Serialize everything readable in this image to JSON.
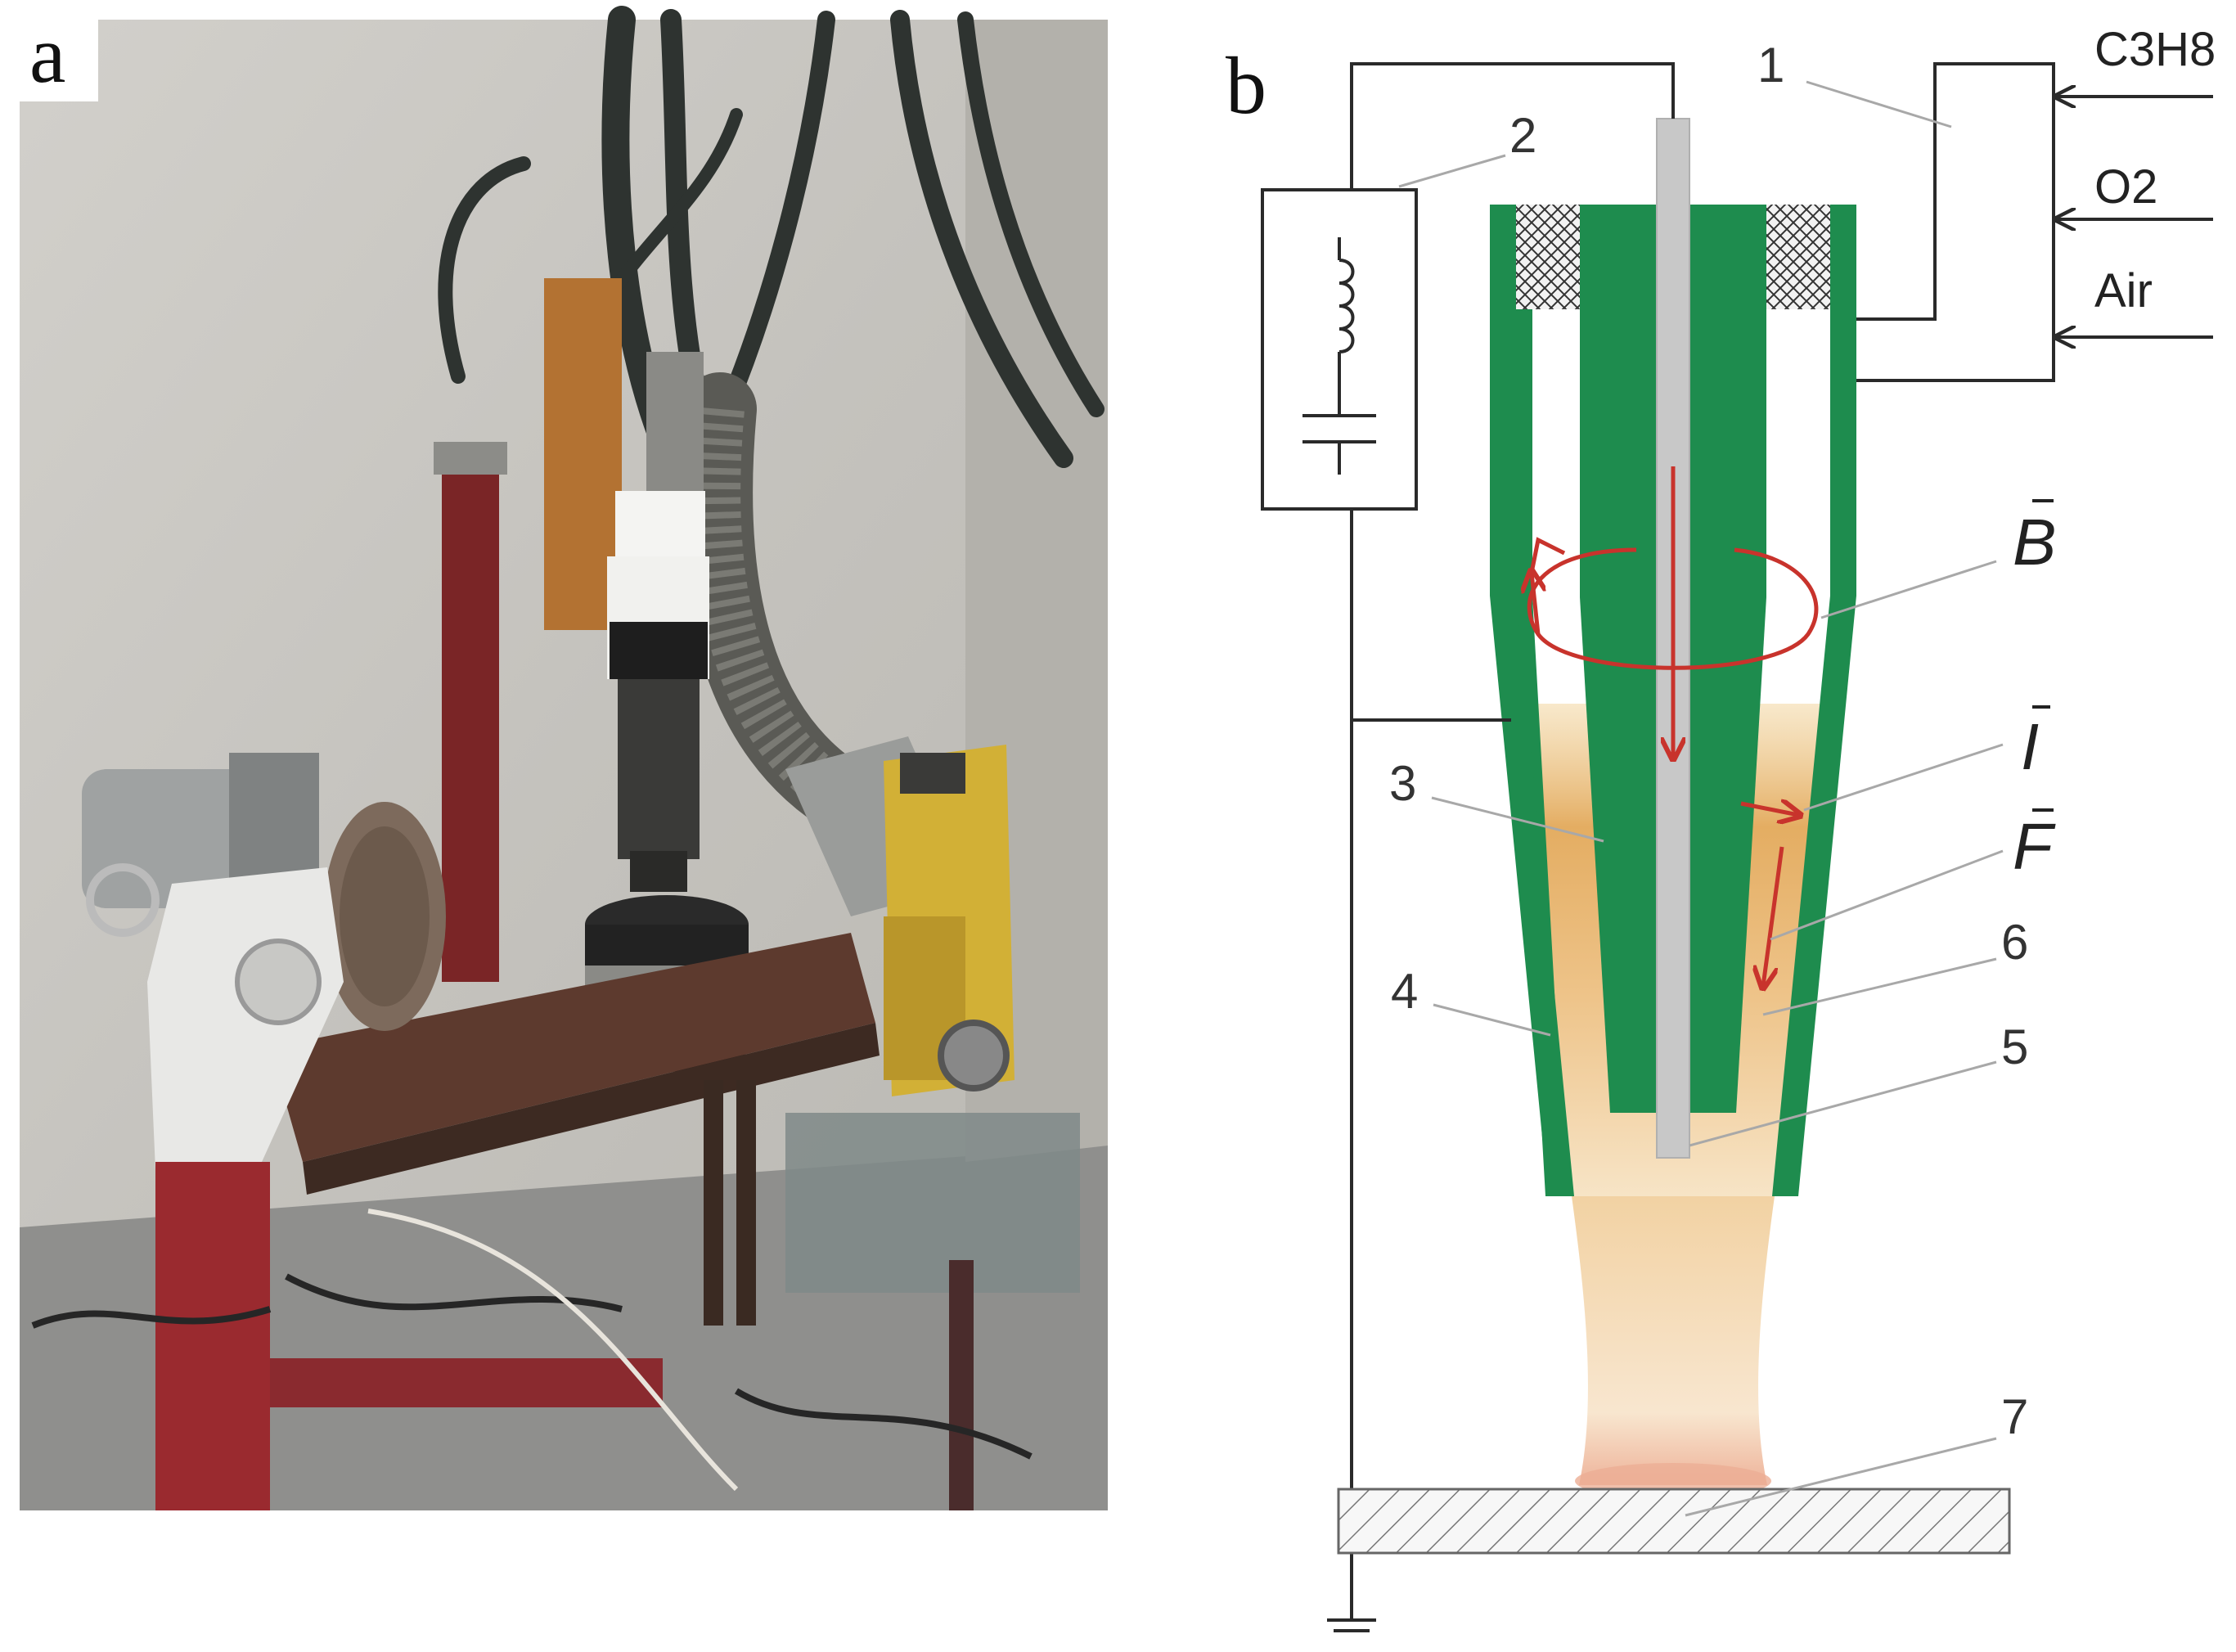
{
  "panels": {
    "a": {
      "letter": "a"
    },
    "b": {
      "letter": "b"
    }
  },
  "diagram": {
    "numbers": [
      "1",
      "2",
      "3",
      "4",
      "5",
      "6",
      "7"
    ],
    "gases": [
      "C3H8",
      "O2",
      "Air"
    ],
    "vectors": [
      "B",
      "I",
      "F"
    ]
  },
  "colors": {
    "electrode_body": "#1e8c4e",
    "rod": "#c8c8c8",
    "flame": "#e9b36a",
    "arrows": "#c8332c"
  }
}
